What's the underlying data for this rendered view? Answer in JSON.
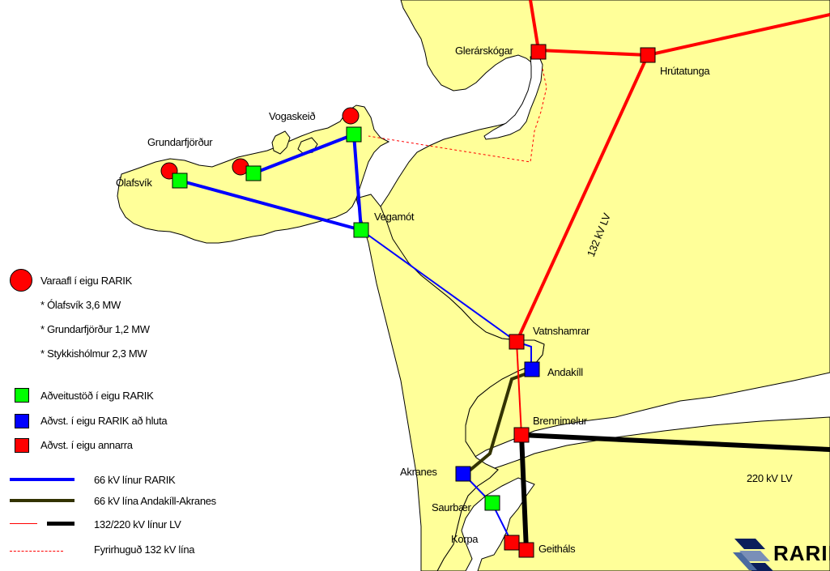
{
  "colors": {
    "land": "#ffff99",
    "sea": "#ffffff",
    "station_own": "#00ff00",
    "station_partial": "#0000ff",
    "station_other": "#ff0000",
    "backup_power": "#ff0000",
    "line_66kv_rarik": "#0000ff",
    "line_66kv_andakill": "#333300",
    "line_132kv": "#ff0000",
    "line_220kv": "#000000",
    "planned_line": "#ff0000"
  },
  "places": {
    "glerarskogar": "Glerárskógar",
    "hrutatunga": "Hrútatunga",
    "vogaskeid": "Vogaskeið",
    "grundarfjordur": "Grundarfjörður",
    "olafsvik": "Ólafsvík",
    "vegamot": "Vegamót",
    "vatnshamrar": "Vatnshamrar",
    "andakill": "Andakíll",
    "brennimelur": "Brennimelur",
    "akranes": "Akranes",
    "saurbaer": "Saurbær",
    "korpa": "Korpa",
    "geithals": "Geitháls"
  },
  "line_labels": {
    "line_132kv": "132 kV LV",
    "line_220kv": "220 kV LV"
  },
  "legend": {
    "backup_power": "Varaafl í eigu RARIK",
    "backup_olafsvik": "* Ólafsvík 3,6 MW",
    "backup_grundarfjordur": "* Grundarfjörður 1,2 MW",
    "backup_stykkisholmur": "* Stykkishólmur 2,3 MW",
    "station_own": "Aðveitustöð í eigu RARIK",
    "station_partial": "Aðvst. í eigu RARIK að hluta",
    "station_other": "Aðvst. í eigu annarra",
    "line_66kv_rarik": "66 kV línur RARIK",
    "line_66kv_andakill": "66 kV lína Andakíll-Akranes",
    "line_132_220kv": "132/220 kV línur LV",
    "planned_line": "Fyrirhuguð 132 kV lína"
  },
  "logo": {
    "text": "RARIK",
    "icon": "rarik-logo-icon"
  }
}
